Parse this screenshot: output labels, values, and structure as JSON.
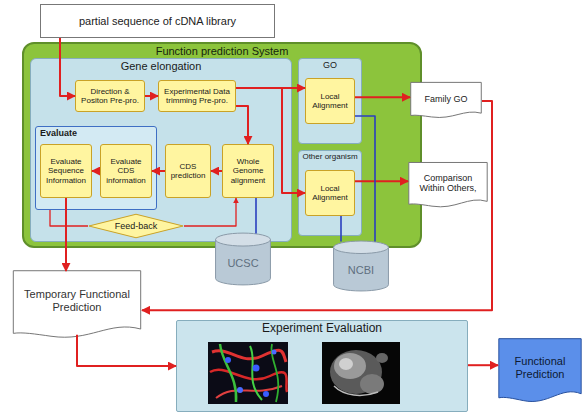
{
  "diagram": {
    "nodes": [
      {
        "text": [
          "partial sequence of cDNA library"
        ]
      },
      {
        "text": [
          "Function prediction System"
        ]
      },
      {
        "text": [
          "Gene elongation"
        ],
        "in": 1
      },
      {
        "text": [
          "Direction & Positon Pre-pro."
        ],
        "in": 2
      },
      {
        "text": [
          "Experimental Data trimming Pre-pro."
        ],
        "in": 2
      },
      {
        "text": [
          "Evaluate"
        ],
        "in": 2
      },
      {
        "text": [
          "Evaluate Sequence Information"
        ],
        "in": 5
      },
      {
        "text": [
          "Evaluate CDS information"
        ],
        "in": 5
      },
      {
        "text": [
          "CDS prediction"
        ],
        "in": 2
      },
      {
        "text": [
          "Whole Genome alignment"
        ],
        "in": 2
      },
      {
        "text": [
          "Feed-back"
        ],
        "in": 2
      },
      {
        "text": [
          "GO"
        ],
        "in": 1
      },
      {
        "text": [
          "Local Alignment"
        ],
        "in": 11
      },
      {
        "text": [
          "Other organism"
        ],
        "in": 1
      },
      {
        "text": [
          "Local Alignment"
        ],
        "in": 13
      },
      {
        "text": [
          "Family GO"
        ]
      },
      {
        "text": [
          "Comparison Within Others,"
        ]
      },
      {
        "text": [
          "UCSC"
        ]
      },
      {
        "text": [
          "NCBI"
        ]
      },
      {
        "text": [
          "Temporary Functional Prediction"
        ]
      },
      {
        "text": [
          "Experiment Evaluation"
        ]
      },
      {
        "text": [
          "Functional Prediction"
        ]
      }
    ],
    "edges": [
      {
        "from": 0,
        "to": 3,
        "arrow": "to"
      },
      {
        "from": 3,
        "to": 4,
        "arrow": "to"
      },
      {
        "from": 4,
        "to": 9,
        "arrow": "to"
      },
      {
        "from": 9,
        "to": 8,
        "arrow": "to"
      },
      {
        "from": 8,
        "to": 7,
        "arrow": "to"
      },
      {
        "from": 7,
        "to": 6,
        "arrow": "to"
      },
      {
        "from": 4,
        "to": 12,
        "arrow": "to"
      },
      {
        "from": 4,
        "to": 14,
        "arrow": "to"
      },
      {
        "from": 12,
        "to": 15,
        "arrow": "to"
      },
      {
        "from": 14,
        "to": 16,
        "arrow": "to"
      },
      {
        "from": 6,
        "to": 19,
        "arrow": "to"
      },
      {
        "from": 15,
        "to": 19,
        "arrow": "to"
      },
      {
        "from": 19,
        "to": 20,
        "arrow": "to"
      },
      {
        "from": 20,
        "to": 21,
        "arrow": "to"
      },
      {
        "from": 5,
        "to": 10,
        "arrow": "none"
      },
      {
        "from": 10,
        "to": 9,
        "arrow": "to"
      },
      {
        "from": 17,
        "to": 9,
        "arrow": "none"
      },
      {
        "from": 18,
        "to": 12,
        "arrow": "none"
      },
      {
        "from": 18,
        "to": 14,
        "arrow": "none"
      }
    ]
  }
}
